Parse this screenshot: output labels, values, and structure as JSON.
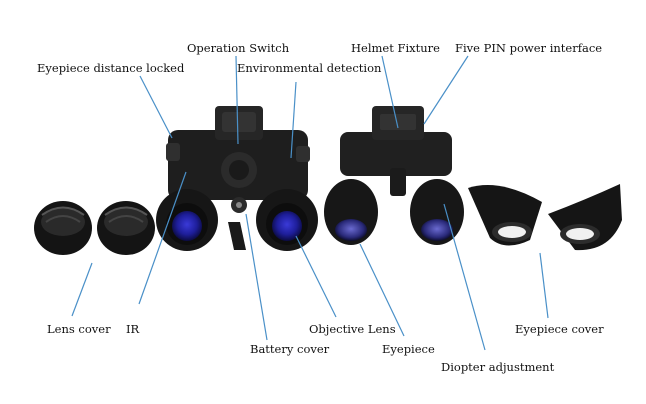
{
  "labels": {
    "operation_switch": "Operation Switch",
    "eyepiece_distance_locked": "Eyepiece distance locked",
    "environmental_detection": "Environmental detection",
    "helmet_fixture": "Helmet Fixture",
    "five_pin_power": "Five PIN power interface",
    "lens_cover": "Lens cover",
    "ir": "IR",
    "battery_cover": "Battery cover",
    "objective_lens": "Objective Lens",
    "eyepiece": "Eyepiece",
    "eyepiece_cover": "Eyepiece cover",
    "diopter_adjustment": "Diopter adjustment"
  },
  "colors": {
    "leader": "#4a90c8",
    "device": "#1c1c1c",
    "lens": "#2a2a9a",
    "rubber": "#151515"
  }
}
